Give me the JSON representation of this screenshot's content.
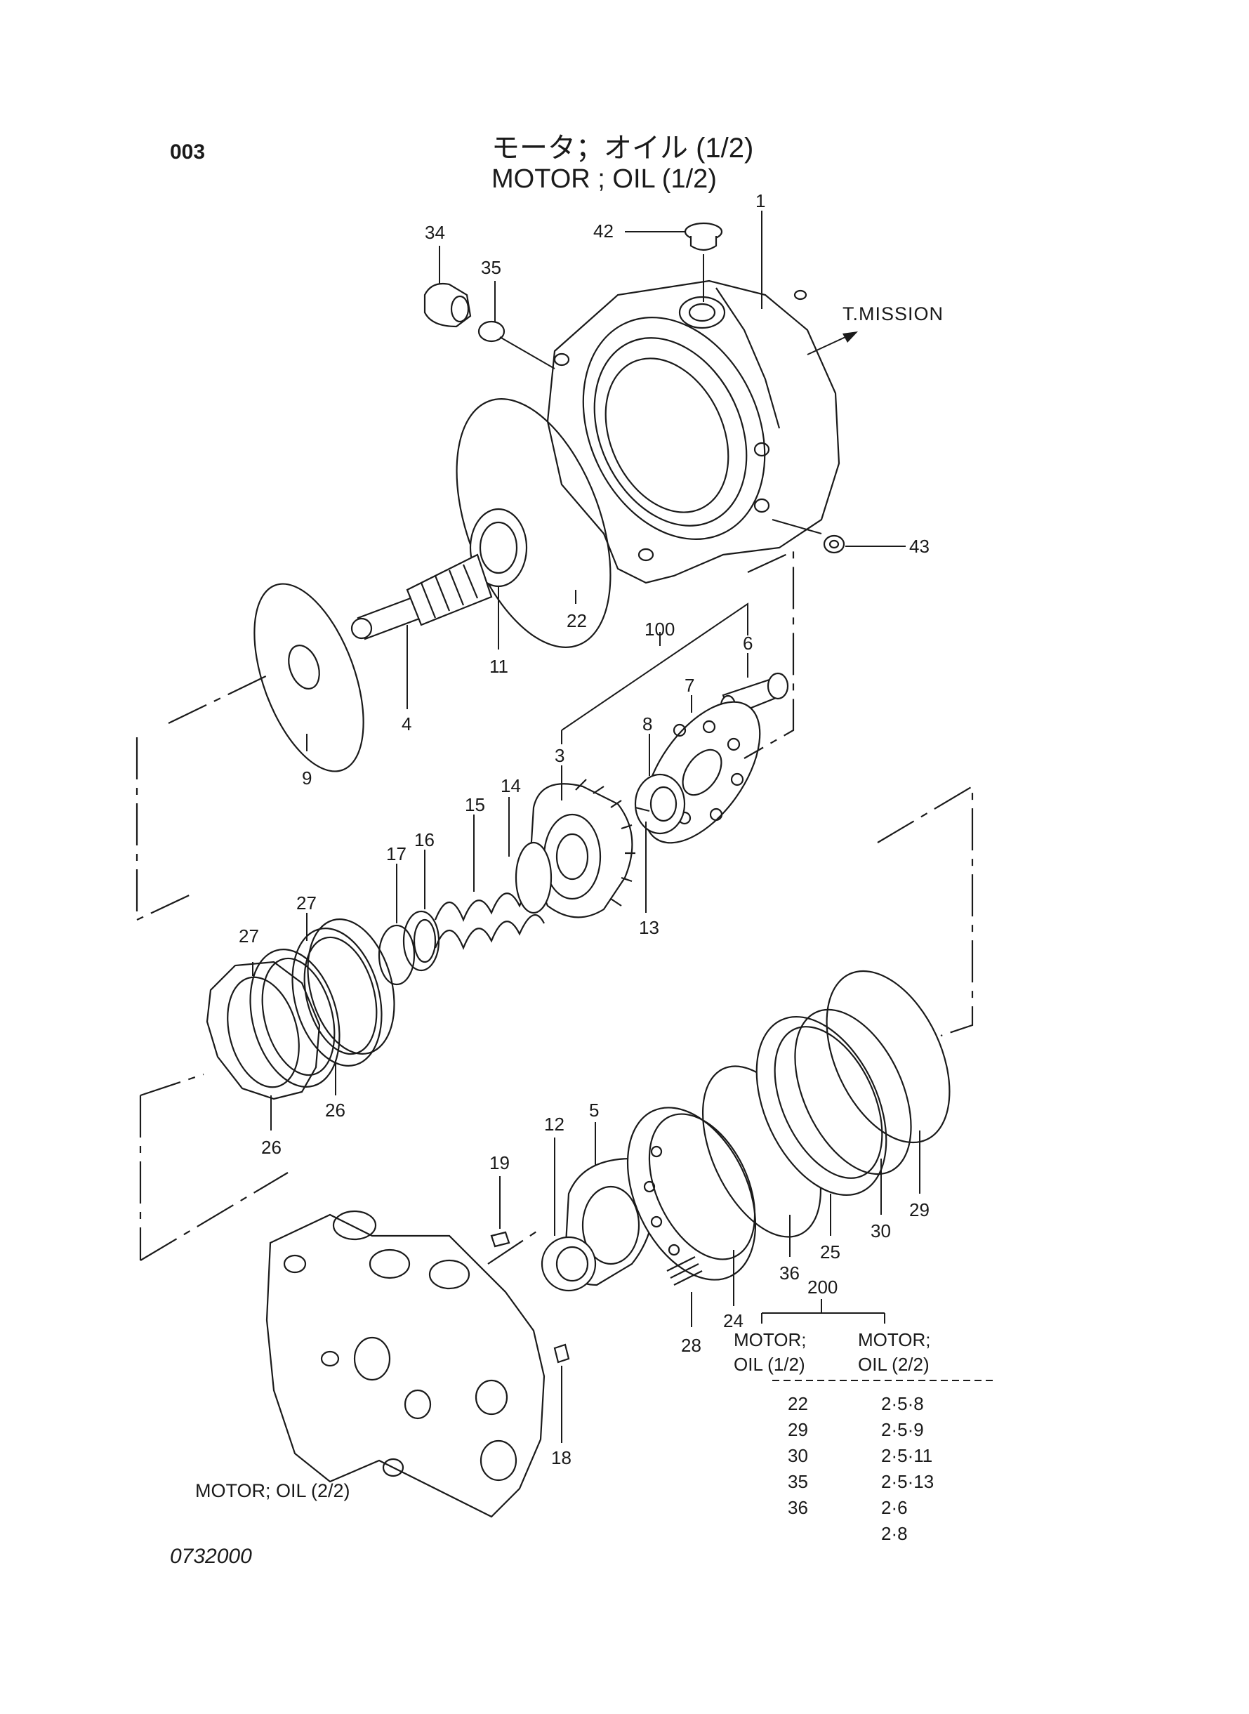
{
  "page": {
    "code": "003",
    "title_jp": "モータ；オイル (1/2)",
    "title_en": "MOTOR ; OIL (1/2)",
    "drawing_number": "0732000"
  },
  "annotations": {
    "direction_label": "T.MISSION",
    "bottom_label": "MOTOR; OIL (2/2)"
  },
  "callouts": [
    {
      "id": "c1",
      "label": "1"
    },
    {
      "id": "c34",
      "label": "34"
    },
    {
      "id": "c35",
      "label": "35"
    },
    {
      "id": "c42",
      "label": "42"
    },
    {
      "id": "c43",
      "label": "43"
    },
    {
      "id": "c22",
      "label": "22"
    },
    {
      "id": "c11",
      "label": "11"
    },
    {
      "id": "c4",
      "label": "4"
    },
    {
      "id": "c9",
      "label": "9"
    },
    {
      "id": "c100",
      "label": "100"
    },
    {
      "id": "c6",
      "label": "6"
    },
    {
      "id": "c7",
      "label": "7"
    },
    {
      "id": "c8",
      "label": "8"
    },
    {
      "id": "c3",
      "label": "3"
    },
    {
      "id": "c13",
      "label": "13"
    },
    {
      "id": "c14",
      "label": "14"
    },
    {
      "id": "c15",
      "label": "15"
    },
    {
      "id": "c16",
      "label": "16"
    },
    {
      "id": "c17",
      "label": "17"
    },
    {
      "id": "c27a",
      "label": "27"
    },
    {
      "id": "c27b",
      "label": "27"
    },
    {
      "id": "c26a",
      "label": "26"
    },
    {
      "id": "c26b",
      "label": "26"
    },
    {
      "id": "c5",
      "label": "5"
    },
    {
      "id": "c12",
      "label": "12"
    },
    {
      "id": "c19",
      "label": "19"
    },
    {
      "id": "c18",
      "label": "18"
    },
    {
      "id": "c28",
      "label": "28"
    },
    {
      "id": "c24",
      "label": "24"
    },
    {
      "id": "c36",
      "label": "36"
    },
    {
      "id": "c25",
      "label": "25"
    },
    {
      "id": "c30",
      "label": "30"
    },
    {
      "id": "c29",
      "label": "29"
    }
  ],
  "kit_table": {
    "group_label": "200",
    "columns": [
      {
        "line1": "MOTOR;",
        "line2": "OIL (1/2)"
      },
      {
        "line1": "MOTOR;",
        "line2": "OIL (2/2)"
      }
    ],
    "col1": [
      "22",
      "29",
      "30",
      "35",
      "36"
    ],
    "col2": [
      "2·5·8",
      "2·5·9",
      "2·5·11",
      "2·5·13",
      "2·6",
      "2·8"
    ]
  }
}
